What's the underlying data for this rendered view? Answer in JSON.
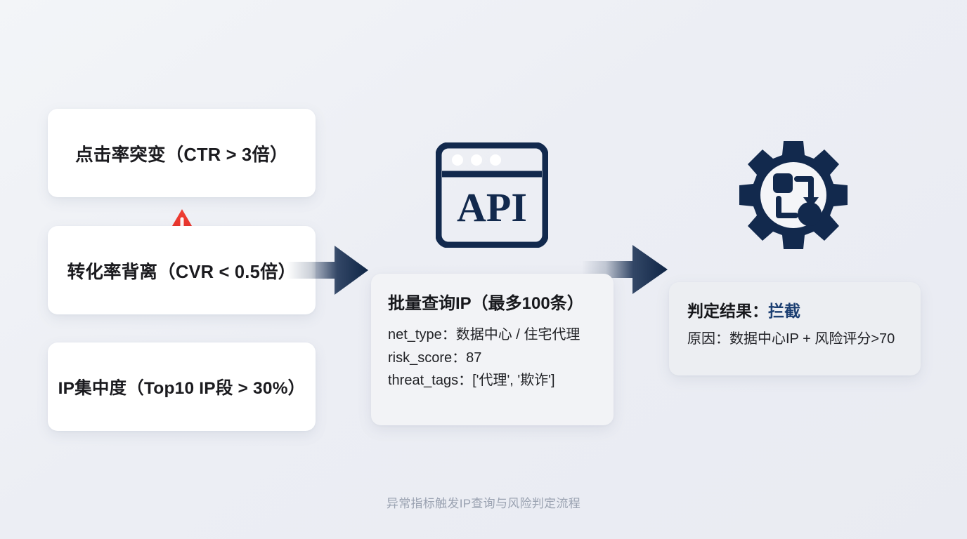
{
  "background": {
    "color": "#eef0f5"
  },
  "palette": {
    "navy": "#12294d",
    "navy_deep": "#0f2545",
    "accent_blue": "#1c3f72",
    "warning_red": "#e8332a",
    "card_white": "#ffffff",
    "panel_gray": "#f2f3f6",
    "verdict_gray": "#eceef2",
    "caption_gray": "#9aa2b1"
  },
  "triggers": [
    {
      "id": "ctr",
      "label": "点击率突变（CTR > 3倍）"
    },
    {
      "id": "cvr",
      "label": "转化率背离（CVR < 0.5倍）"
    },
    {
      "id": "ip",
      "label": "IP集中度（Top10 IP段 > 30%）"
    }
  ],
  "warning": {
    "icon": "warning-triangle-icon",
    "color": "#e8332a"
  },
  "arrows": [
    {
      "id": "triggers-to-api",
      "direction": "right"
    },
    {
      "id": "api-to-verdict",
      "direction": "right"
    }
  ],
  "api_icon": {
    "label": "API",
    "icon": "api-window-icon"
  },
  "api_panel": {
    "title": "批量查询IP（最多100条）",
    "fields": [
      "net_type：数据中心 / 住宅代理",
      "risk_score：87",
      "threat_tags：['代理', '欺诈']"
    ]
  },
  "gear_icon": {
    "icon": "gear-workflow-icon"
  },
  "verdict_panel": {
    "title_label": "判定结果：",
    "title_value": "拦截",
    "reason": "原因：数据中心IP + 风险评分>70"
  },
  "caption": {
    "text": "异常指标触发IP查询与风险判定流程"
  }
}
